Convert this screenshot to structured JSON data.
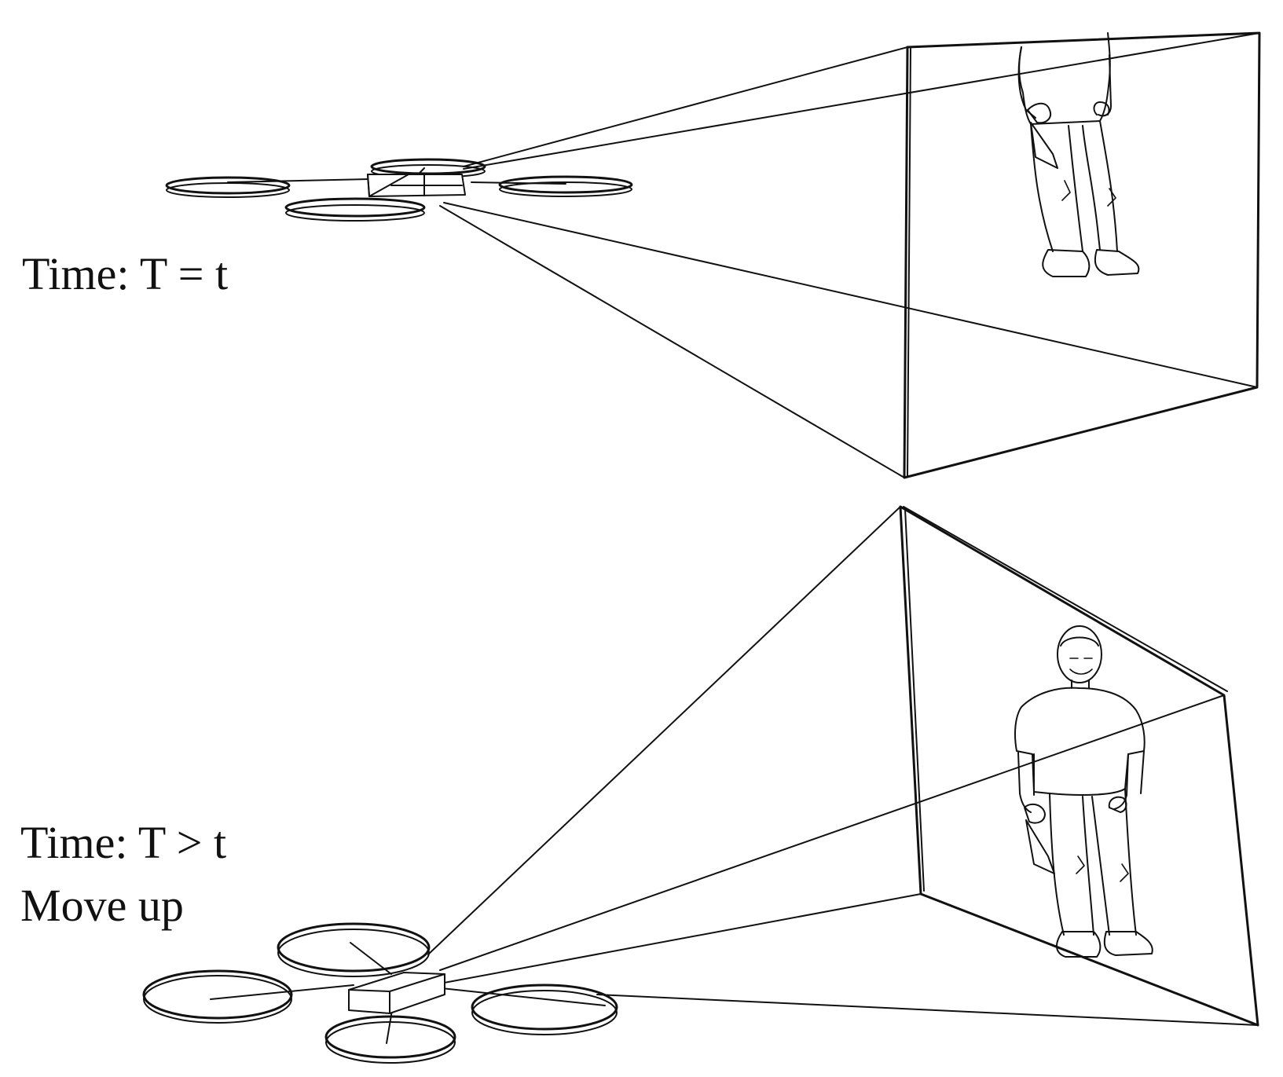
{
  "scenes": [
    {
      "time_label": "Time: T = t",
      "action_label": ""
    },
    {
      "time_label": "Time: T > t",
      "action_label": "Move up"
    }
  ],
  "colors": {
    "line": "#111111",
    "background": "#ffffff"
  },
  "icons": [
    "quadcopter-drone",
    "human-figure",
    "camera-view-frustum"
  ]
}
